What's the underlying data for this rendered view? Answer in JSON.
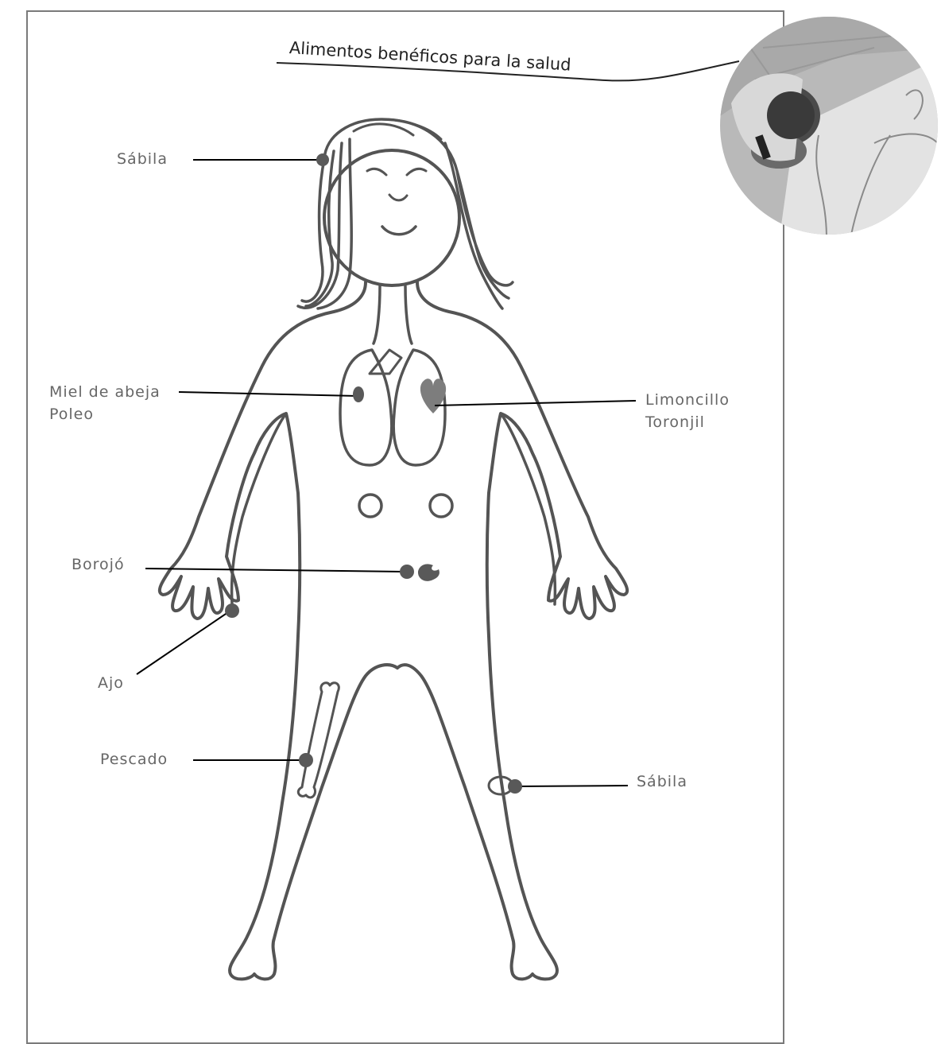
{
  "title": "Alimentos benéficos para la salud",
  "labels": {
    "sabila_head": "Sábila",
    "miel": "Miel de abeja",
    "poleo": "Poleo",
    "limoncillo": "Limoncillo",
    "toronjil": "Toronjil",
    "borojo": "Borojó",
    "ajo": "Ajo",
    "pescado": "Pescado",
    "sabila_knee": "Sábila"
  },
  "colors": {
    "outline": "#545454",
    "label_text": "#666666",
    "marker": "#595959",
    "heart": "#7d7d7d",
    "frame": "#7a7a7a"
  }
}
